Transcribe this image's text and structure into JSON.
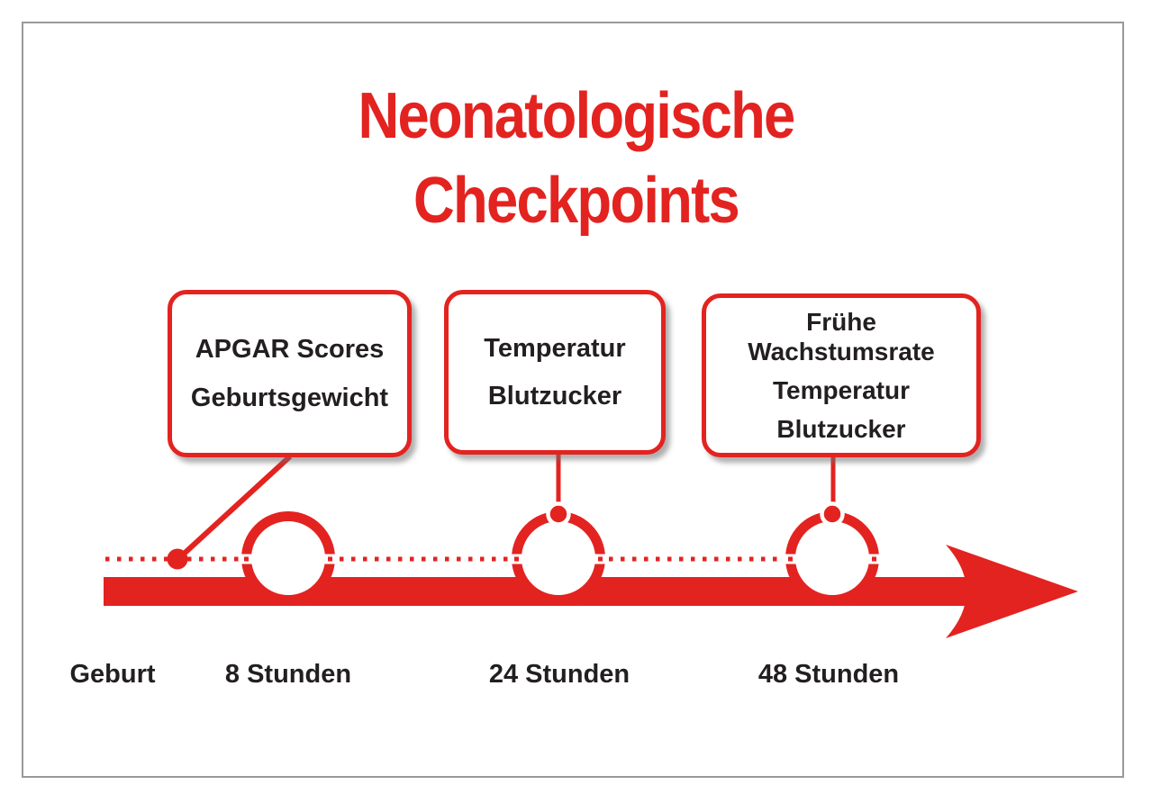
{
  "colors": {
    "accent_red": "#e32320",
    "text_dark": "#231f20",
    "frame_gray": "#999999",
    "box_shadow_gray": "#6e6e6e",
    "background": "#ffffff"
  },
  "title": {
    "line1": "Neonatologische",
    "line2": "Checkpoints"
  },
  "callouts": [
    {
      "id": "callout-8h",
      "items": [
        "APGAR Scores",
        "Geburtsgewicht"
      ]
    },
    {
      "id": "callout-24h",
      "items": [
        "Temperatur",
        "Blutzucker"
      ]
    },
    {
      "id": "callout-48h",
      "items": [
        "Frühe Wachstumsrate",
        "Temperatur",
        "Blutzucker"
      ]
    }
  ],
  "timeline": {
    "arrow_icon": "arrow-right",
    "marker_icons": [
      "filled-dot",
      "open-circle",
      "open-circle-with-top-dot",
      "open-circle-with-top-dot"
    ],
    "labels": [
      "Geburt",
      "8 Stunden",
      "24 Stunden",
      "48 Stunden"
    ]
  }
}
